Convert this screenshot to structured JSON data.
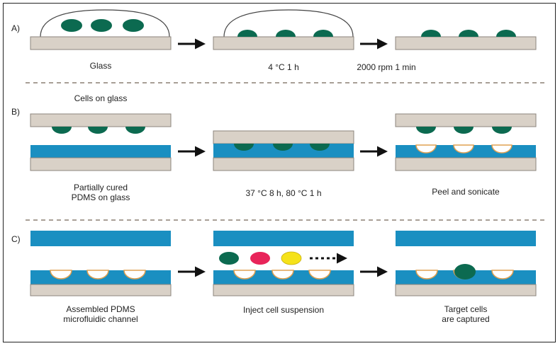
{
  "sections": {
    "a": "A)",
    "b": "B)",
    "c": "C)"
  },
  "labels": {
    "a_glass": "Glass",
    "a_incubate": "4 °C 1 h",
    "a_spin": "2000 rpm 1 min",
    "b_cells_on_glass": "Cells on glass",
    "b_pdms": "Partially cured\nPDMS on glass",
    "b_cure": "37 °C 8 h, 80 °C 1 h",
    "b_peel": "Peel and sonicate",
    "c_assembled": "Assembled PDMS\nmicrofluidic channel",
    "c_inject": "Inject cell suspension",
    "c_target": "Target cells\nare captured"
  },
  "colors": {
    "glass": "#d9d1c7",
    "glass_edge": "#8c857c",
    "pdms": "#1a8fc1",
    "cell": "#0c6a50",
    "cell_red": "#e8245a",
    "cell_yellow": "#f5e21a",
    "well_edge": "#e0a050",
    "divider": "#a89f96"
  }
}
